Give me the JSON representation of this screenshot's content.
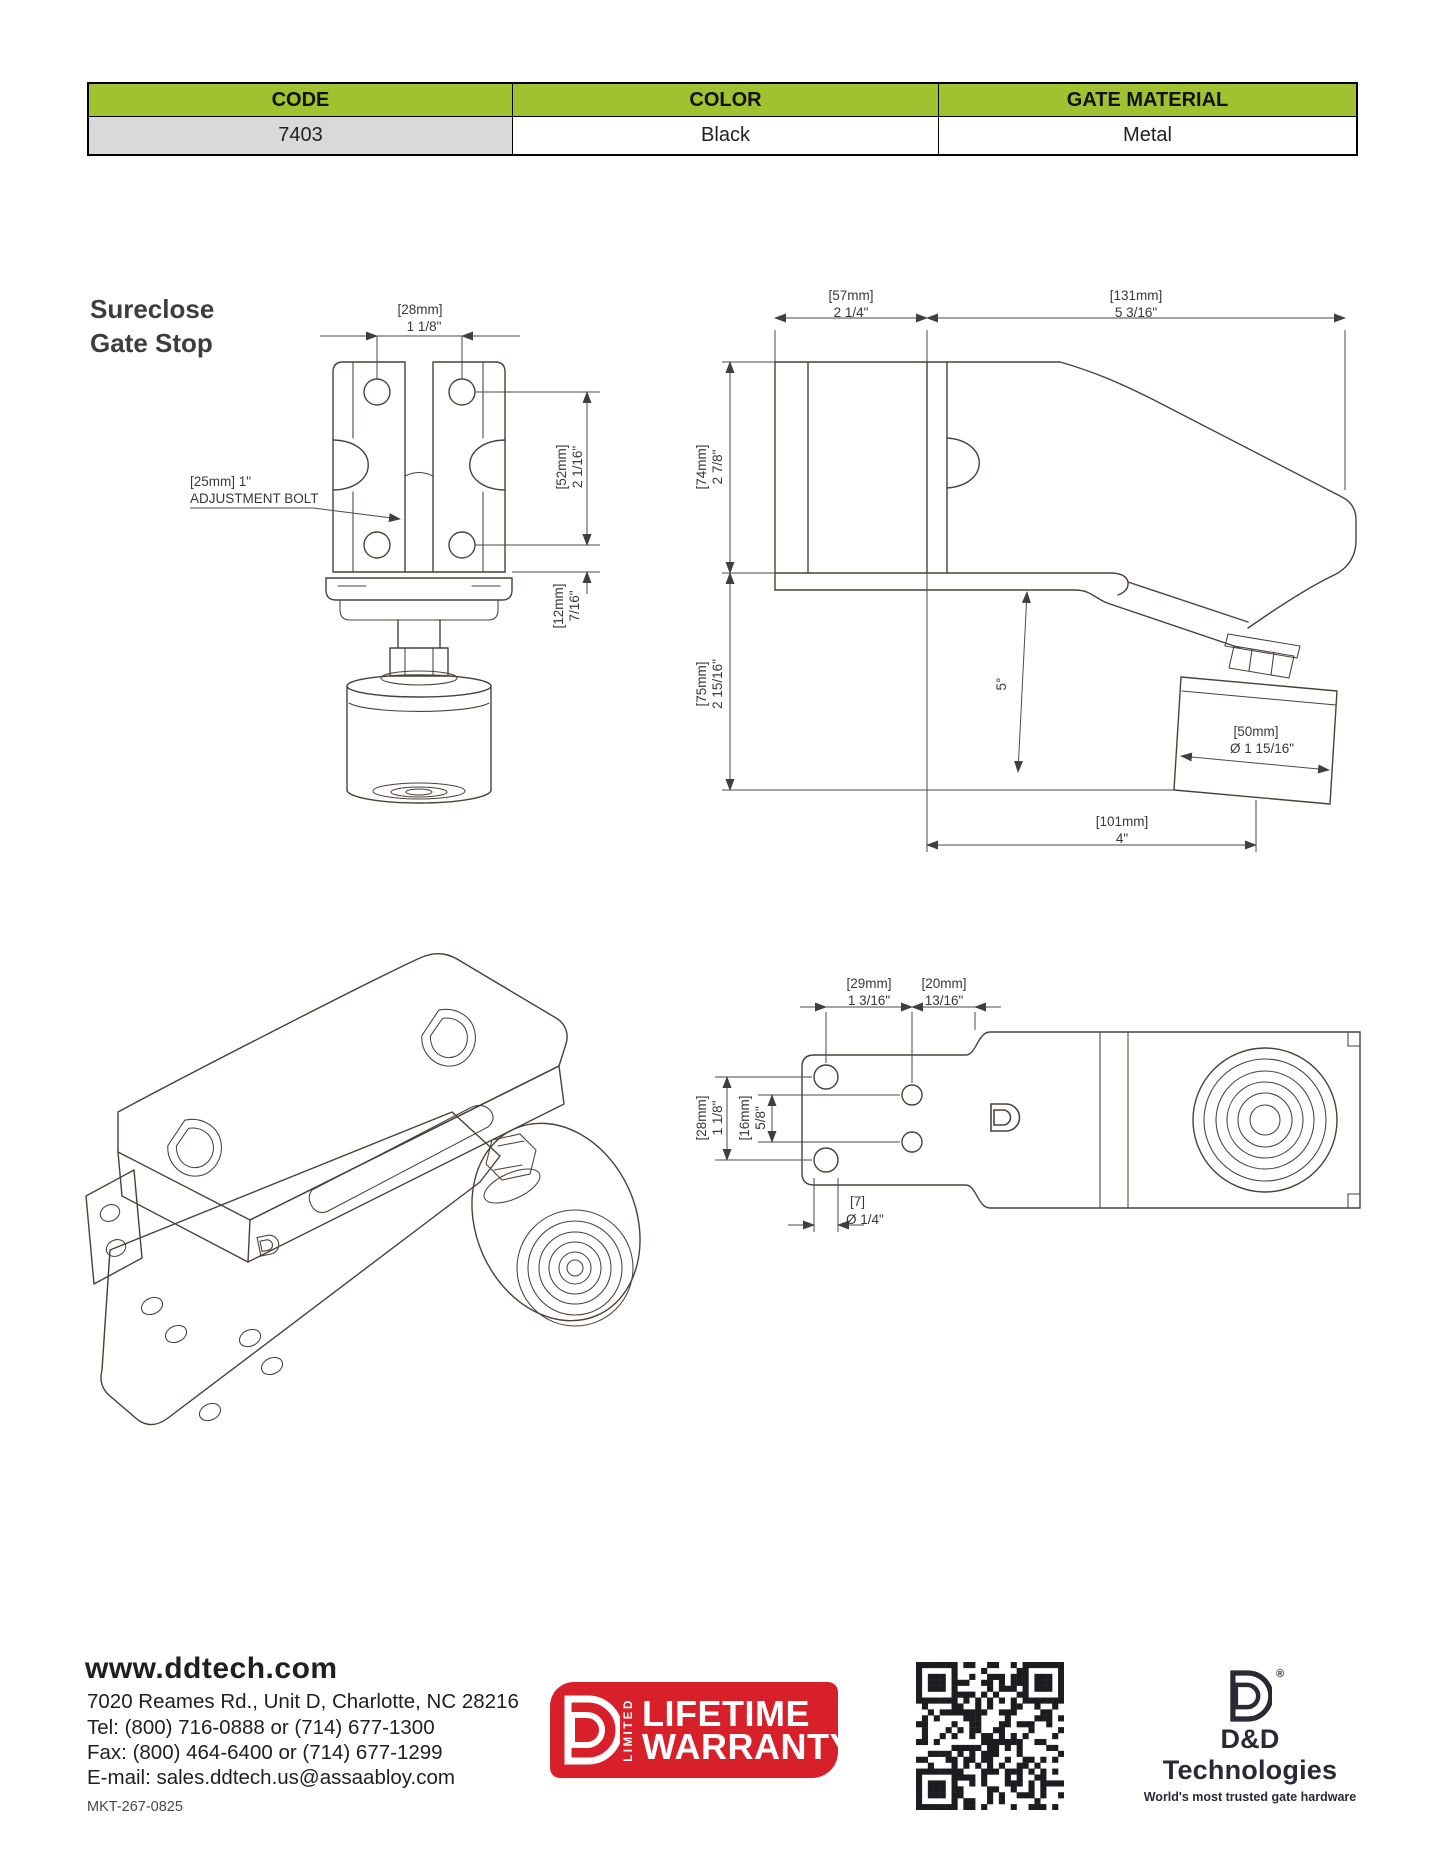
{
  "table": {
    "header_bg": "#a0c130",
    "headers": [
      {
        "label": "CODE"
      },
      {
        "label": "COLOR"
      },
      {
        "label": "GATE MATERIAL"
      }
    ],
    "row": [
      {
        "value": "7403"
      },
      {
        "value": "Black"
      },
      {
        "value": "Metal"
      }
    ]
  },
  "title": {
    "line1": "Sureclose",
    "line2": "Gate Stop"
  },
  "front_view": {
    "width_mm": "[28mm]",
    "width_in": "1 1/8\"",
    "bolt_line1": "[25mm] 1\"",
    "bolt_line2": "ADJUSTMENT BOLT",
    "height_mm": "[52mm]",
    "height_in": "2 1/16\"",
    "base_mm": "[12mm]",
    "base_in": "7/16\""
  },
  "side_view": {
    "a_mm": "[57mm]",
    "a_in": "2 1/4\"",
    "b_mm": "[131mm]",
    "b_in": "5 3/16\"",
    "c_mm": "[74mm]",
    "c_in": "2 7/8\"",
    "d_mm": "[75mm]",
    "d_in": "2 15/16\"",
    "angle": "5°",
    "dia_mm": "[50mm]",
    "dia_in": "Ø 1 15/16\"",
    "e_mm": "[101mm]",
    "e_in": "4\""
  },
  "top_view": {
    "a_mm": "[29mm]",
    "a_in": "1 3/16\"",
    "b_mm": "[20mm]",
    "b_in": "13/16\"",
    "c_mm": "[28mm]",
    "c_in": "1 1/8\"",
    "d_mm": "[16mm]",
    "d_in": "5/8\"",
    "hole_mm": "[7]",
    "hole_in": "Ø 1/4\""
  },
  "footer": {
    "website": "www.ddtech.com",
    "address": "7020 Reames Rd., Unit D, Charlotte, NC 28216",
    "tel": "Tel: (800) 716-0888 or (714) 677-1300",
    "fax": "Fax: (800) 464-6400 or (714) 677-1299",
    "email": "E-mail: sales.ddtech.us@assaabloy.com",
    "doc_number": "MKT-267-0825"
  },
  "warranty_badge": {
    "bg": "#d7202a",
    "limited": "LIMITED",
    "line1": "LIFETIME",
    "line2": "WARRANTY"
  },
  "brand": {
    "registered": "®",
    "name": "D&D Technologies",
    "tagline": "World's most trusted gate hardware"
  }
}
